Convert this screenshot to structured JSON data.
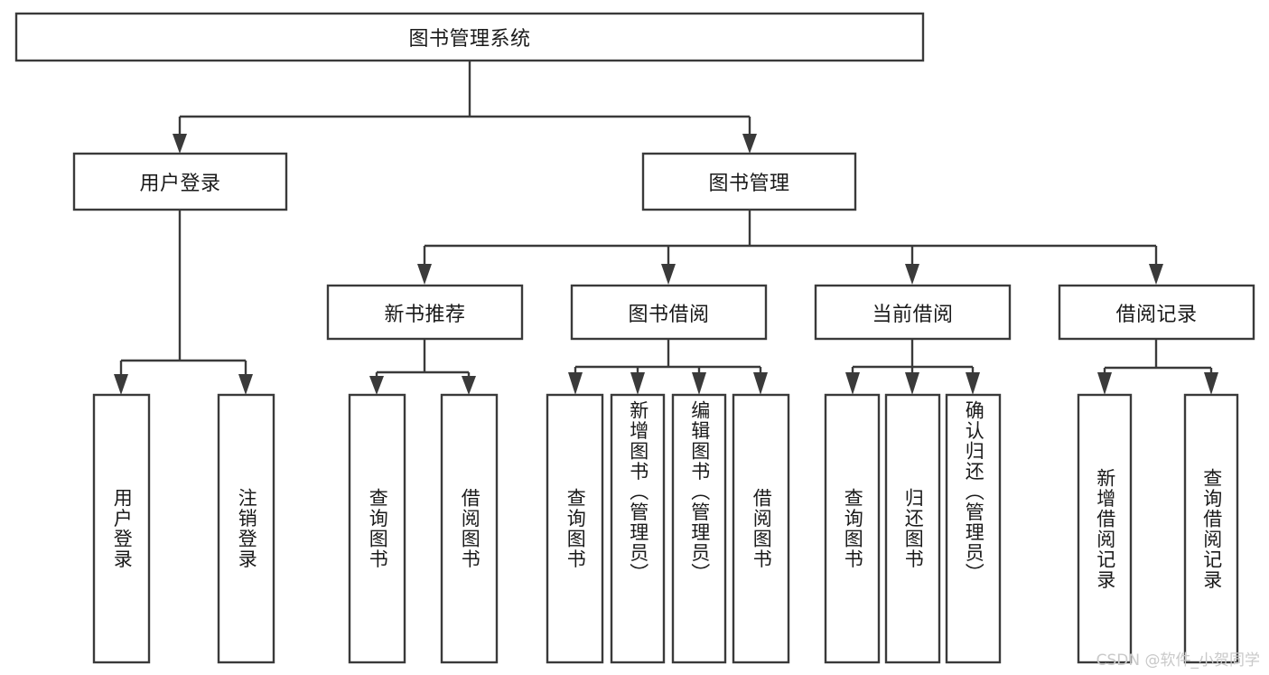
{
  "diagram": {
    "title": "图书管理系统",
    "type": "tree-hierarchy",
    "watermark": "CSDN @软件_小贺同学",
    "colors": {
      "box_stroke": "#3a3a3a",
      "box_fill": "#ffffff",
      "text": "#1a1a1a",
      "connector": "#3a3a3a",
      "watermark": "#c9c9c9",
      "background": "#ffffff"
    },
    "root": {
      "label": "图书管理系统"
    },
    "level2": [
      {
        "label": "用户登录"
      },
      {
        "label": "图书管理"
      }
    ],
    "level3": [
      {
        "label": "新书推荐"
      },
      {
        "label": "图书借阅"
      },
      {
        "label": "当前借阅"
      },
      {
        "label": "借阅记录"
      }
    ],
    "leaves": {
      "user_login": [
        {
          "label": "用户登录"
        },
        {
          "label": "注销登录"
        }
      ],
      "new_book_recommend": [
        {
          "label": "查询图书"
        },
        {
          "label": "借阅图书"
        }
      ],
      "book_borrow": [
        {
          "label": "查询图书"
        },
        {
          "label": "新增图书（管理员）"
        },
        {
          "label": "编辑图书（管理员）"
        },
        {
          "label": "借阅图书"
        }
      ],
      "current_borrow": [
        {
          "label": "查询图书"
        },
        {
          "label": "归还图书"
        },
        {
          "label": "确认归还（管理员）"
        }
      ],
      "borrow_record": [
        {
          "label": "新增借阅记录"
        },
        {
          "label": "查询借阅记录"
        }
      ]
    }
  }
}
